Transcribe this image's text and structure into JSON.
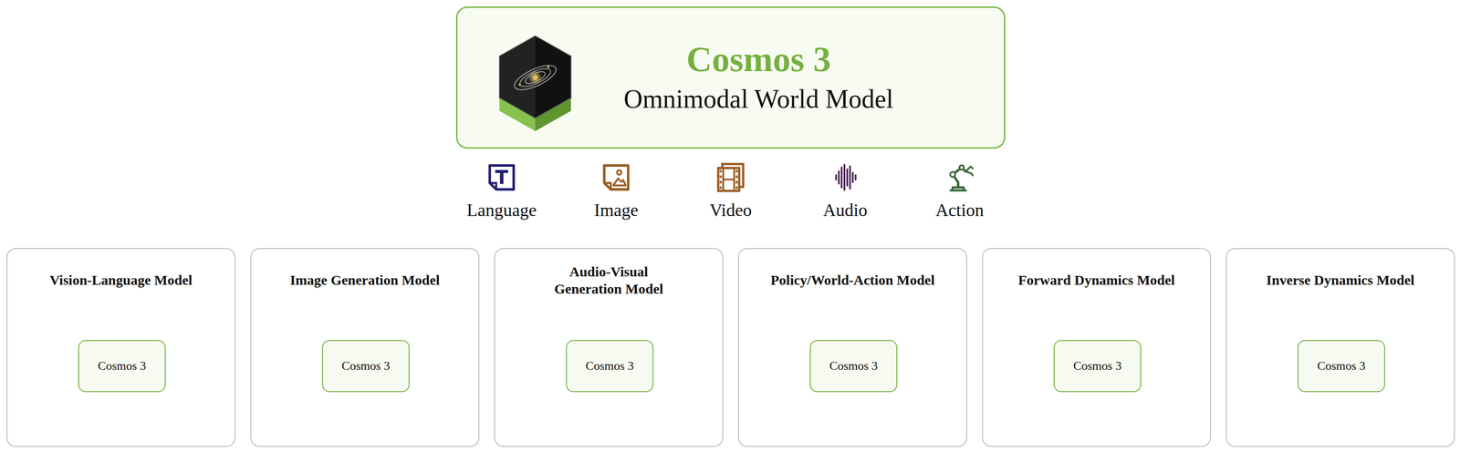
{
  "diagram": {
    "nodes": [
      {
        "text": [
          "Cosmos 3",
          "Omnimodal World Model"
        ]
      },
      {
        "text": [
          "Vision-Language Model"
        ]
      },
      {
        "text": [
          "Cosmos 3"
        ],
        "in": 1
      },
      {
        "text": [
          "Image Generation Model"
        ]
      },
      {
        "text": [
          "Cosmos 3"
        ],
        "in": 3
      },
      {
        "text": [
          "Audio-Visual Generation Model"
        ]
      },
      {
        "text": [
          "Cosmos 3"
        ],
        "in": 5
      },
      {
        "text": [
          "Policy/World-Action Model"
        ]
      },
      {
        "text": [
          "Cosmos 3"
        ],
        "in": 7
      },
      {
        "text": [
          "Forward Dynamics Model"
        ]
      },
      {
        "text": [
          "Cosmos 3"
        ],
        "in": 9
      },
      {
        "text": [
          "Inverse Dynamics Model"
        ]
      },
      {
        "text": [
          "Cosmos 3"
        ],
        "in": 11
      }
    ],
    "labels": [
      "Language",
      "Image",
      "Video",
      "Audio",
      "Action"
    ]
  }
}
